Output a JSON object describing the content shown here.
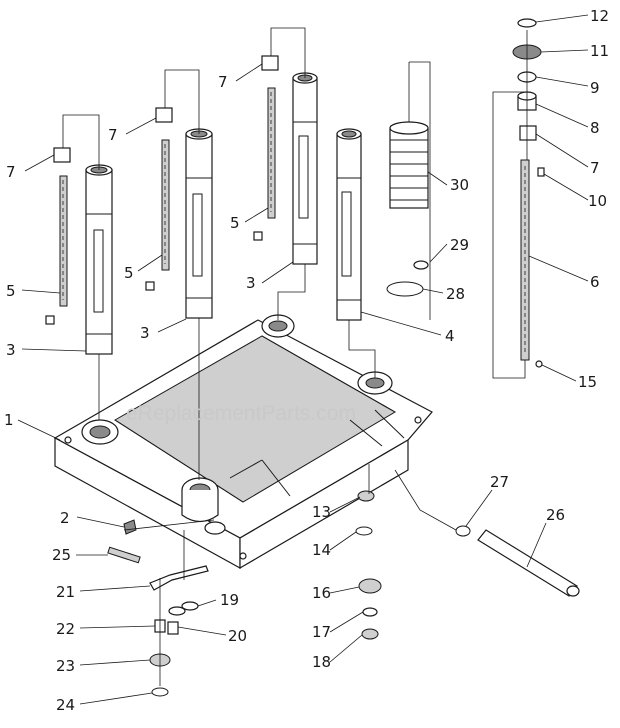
{
  "watermark": "eReplacementParts.com",
  "callouts": [
    "7",
    "5",
    "3",
    "1",
    "7",
    "5",
    "3",
    "7",
    "5",
    "3",
    "4",
    "30",
    "29",
    "28",
    "12",
    "11",
    "9",
    "8",
    "7",
    "10",
    "6",
    "15",
    "2",
    "25",
    "21",
    "22",
    "23",
    "24",
    "19",
    "20",
    "13",
    "14",
    "16",
    "17",
    "18",
    "27",
    "26"
  ]
}
